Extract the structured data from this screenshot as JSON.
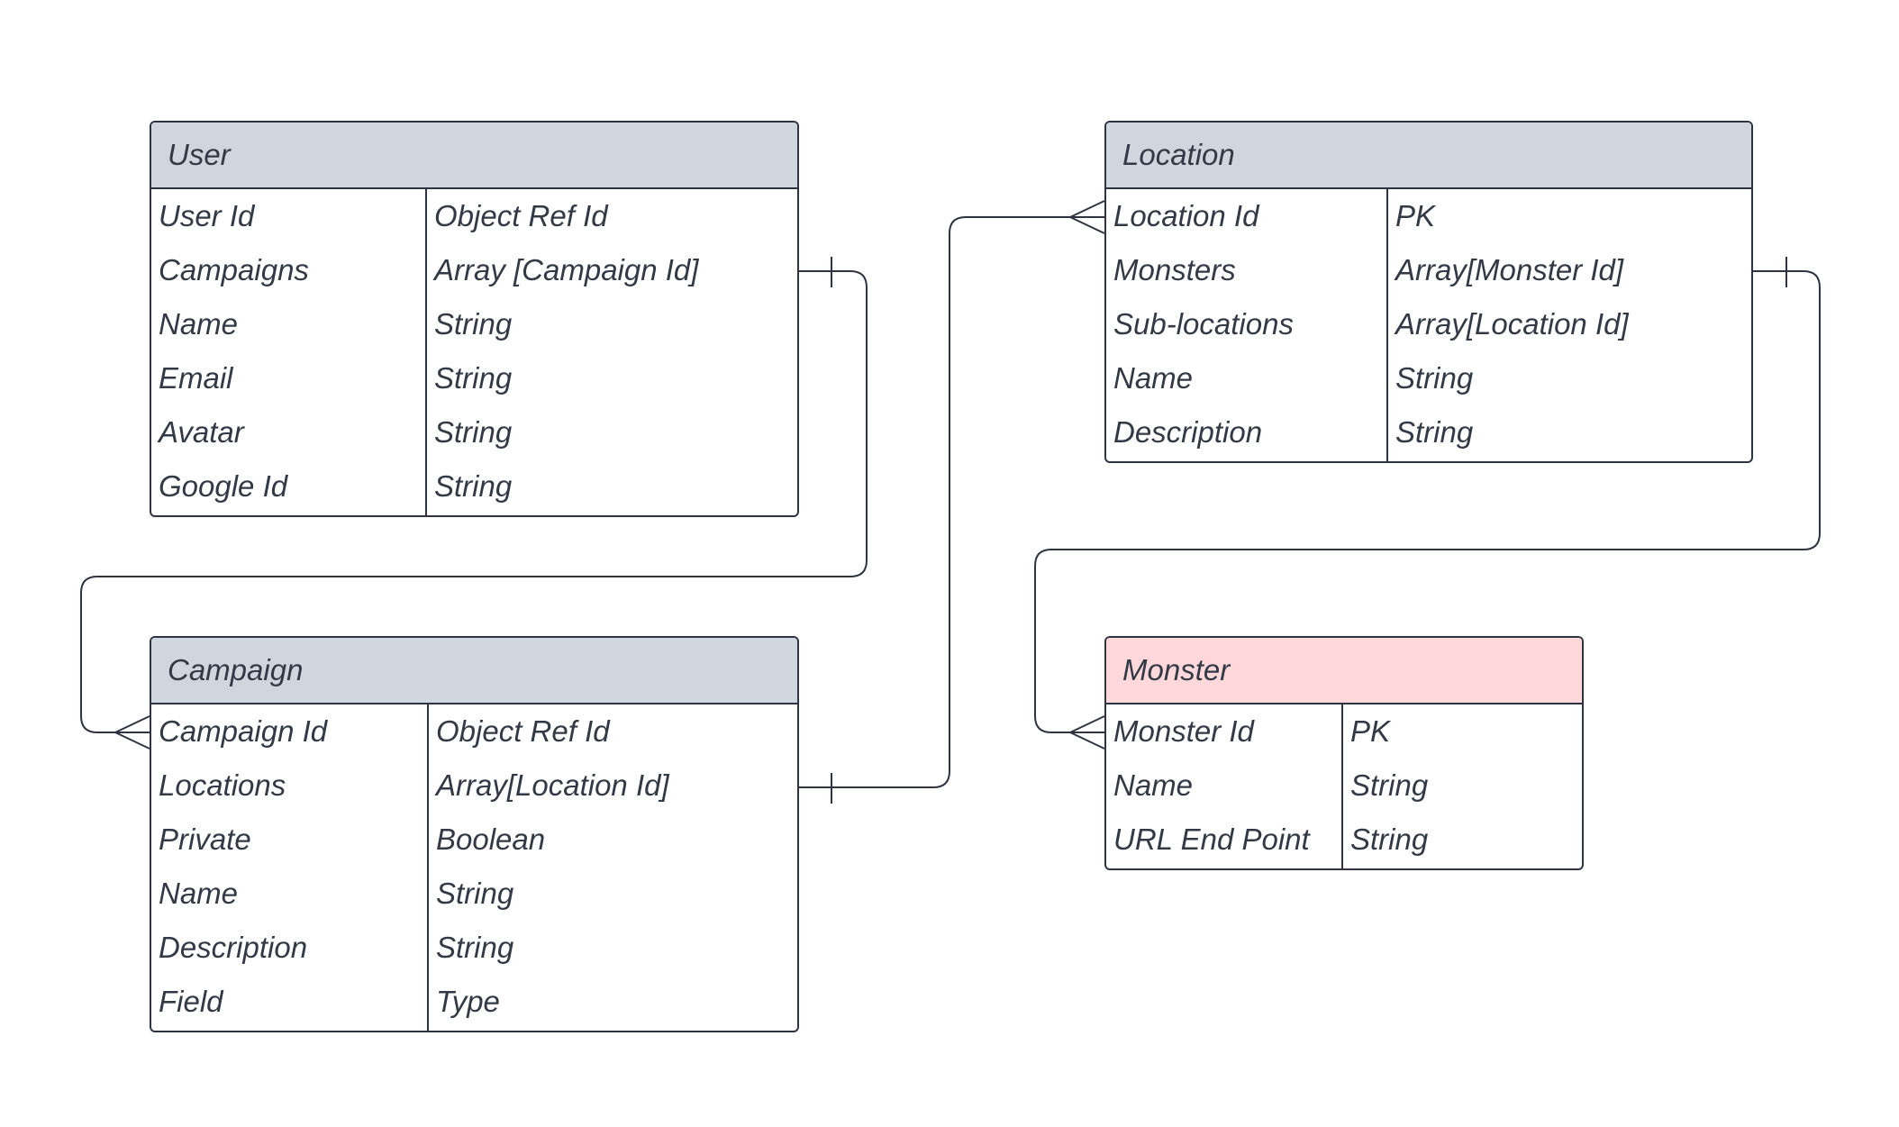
{
  "colors": {
    "header_default": "#cfd6dd",
    "header_highlight": "#fed8db",
    "line": "#303440",
    "text": "#333a45"
  },
  "entities": [
    {
      "name": "User",
      "header_color": "#cfd6dd",
      "rows": [
        {
          "field": "User Id",
          "type": "Object Ref Id"
        },
        {
          "field": "Campaigns",
          "type": "Array [Campaign Id]"
        },
        {
          "field": "Name",
          "type": "String"
        },
        {
          "field": "Email",
          "type": "String"
        },
        {
          "field": "Avatar",
          "type": "String"
        },
        {
          "field": "Google Id",
          "type": "String"
        }
      ]
    },
    {
      "name": "Campaign",
      "header_color": "#cfd6dd",
      "rows": [
        {
          "field": "Campaign Id",
          "type": "Object Ref Id"
        },
        {
          "field": "Locations",
          "type": "Array[Location Id]"
        },
        {
          "field": "Private",
          "type": "Boolean"
        },
        {
          "field": "Name",
          "type": "String"
        },
        {
          "field": "Description",
          "type": "String"
        },
        {
          "field": "Field",
          "type": "Type"
        }
      ]
    },
    {
      "name": "Location",
      "header_color": "#cfd6dd",
      "rows": [
        {
          "field": "Location Id",
          "type": "PK"
        },
        {
          "field": "Monsters",
          "type": "Array[Monster Id]"
        },
        {
          "field": "Sub-locations",
          "type": "Array[Location Id]"
        },
        {
          "field": "Name",
          "type": "String"
        },
        {
          "field": "Description",
          "type": "String"
        }
      ]
    },
    {
      "name": "Monster",
      "header_color": "#fed8db",
      "rows": [
        {
          "field": "Monster Id",
          "type": "PK"
        },
        {
          "field": "Name",
          "type": "String"
        },
        {
          "field": "URL End Point",
          "type": "String"
        }
      ]
    }
  ],
  "relationships": [
    {
      "from": "User.Campaigns",
      "to": "Campaign.Campaign Id",
      "from_cardinality": "one",
      "to_cardinality": "many"
    },
    {
      "from": "Campaign.Locations",
      "to": "Location.Location Id",
      "from_cardinality": "one",
      "to_cardinality": "many"
    },
    {
      "from": "Location.Monsters",
      "to": "Monster.Monster Id",
      "from_cardinality": "one",
      "to_cardinality": "many"
    }
  ]
}
